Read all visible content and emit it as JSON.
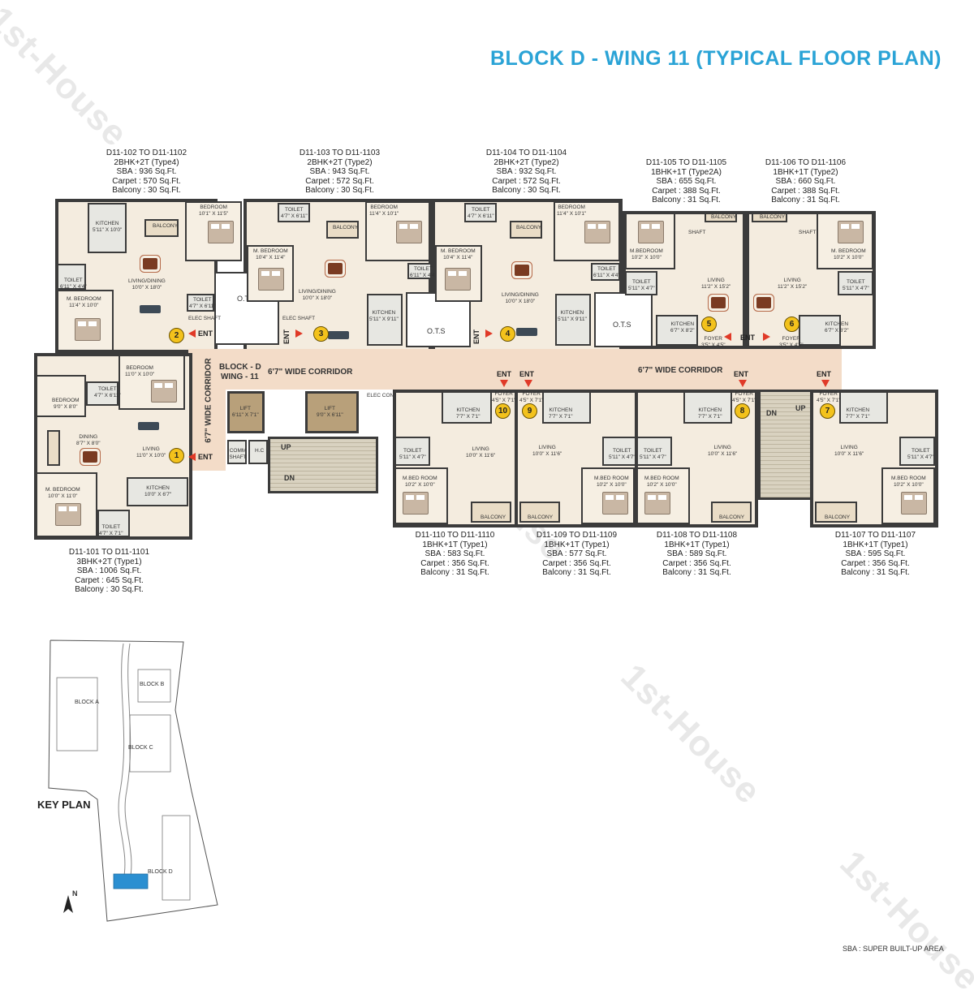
{
  "title": "BLOCK D - WING 11 (TYPICAL FLOOR PLAN)",
  "units_top": [
    {
      "range": "D11-102 TO D11-1102",
      "type": "2BHK+2T (Type4)",
      "sba": "SBA : 936 Sq.Ft.",
      "carpet": "Carpet : 570 Sq.Ft.",
      "balcony": "Balcony : 30 Sq.Ft."
    },
    {
      "range": "D11-103 TO D11-1103",
      "type": "2BHK+2T (Type2)",
      "sba": "SBA : 943 Sq.Ft.",
      "carpet": "Carpet : 572 Sq.Ft.",
      "balcony": "Balcony : 30 Sq.Ft."
    },
    {
      "range": "D11-104 TO D11-1104",
      "type": "2BHK+2T (Type2)",
      "sba": "SBA : 932 Sq.Ft.",
      "carpet": "Carpet : 572 Sq.Ft.",
      "balcony": "Balcony : 30 Sq.Ft."
    },
    {
      "range": "D11-105 TO D11-1105",
      "type": "1BHK+1T (Type2A)",
      "sba": "SBA : 655 Sq.Ft.",
      "carpet": "Carpet : 388 Sq.Ft.",
      "balcony": "Balcony : 31 Sq.Ft."
    },
    {
      "range": "D11-106 TO D11-1106",
      "type": "1BHK+1T (Type2)",
      "sba": "SBA : 660 Sq.Ft.",
      "carpet": "Carpet : 388 Sq.Ft.",
      "balcony": "Balcony : 31 Sq.Ft."
    }
  ],
  "units_bottom": [
    {
      "range": "D11-101 TO D11-1101",
      "type": "3BHK+2T (Type1)",
      "sba": "SBA : 1006 Sq.Ft.",
      "carpet": "Carpet : 645 Sq.Ft.",
      "balcony": "Balcony : 30 Sq.Ft."
    },
    {
      "range": "D11-110 TO D11-1110",
      "type": "1BHK+1T (Type1)",
      "sba": "SBA : 583 Sq.Ft.",
      "carpet": "Carpet : 356 Sq.Ft.",
      "balcony": "Balcony : 31 Sq.Ft."
    },
    {
      "range": "D11-109 TO D11-1109",
      "type": "1BHK+1T (Type1)",
      "sba": "SBA : 577 Sq.Ft.",
      "carpet": "Carpet : 356 Sq.Ft.",
      "balcony": "Balcony : 31 Sq.Ft."
    },
    {
      "range": "D11-108 TO D11-1108",
      "type": "1BHK+1T (Type1)",
      "sba": "SBA : 589 Sq.Ft.",
      "carpet": "Carpet : 356 Sq.Ft.",
      "balcony": "Balcony : 31 Sq.Ft."
    },
    {
      "range": "D11-107 TO D11-1107",
      "type": "1BHK+1T (Type1)",
      "sba": "SBA : 595 Sq.Ft.",
      "carpet": "Carpet : 356 Sq.Ft.",
      "balcony": "Balcony : 31 Sq.Ft."
    }
  ],
  "corridor": {
    "block_line1": "BLOCK - D",
    "block_line2": "WING - 11",
    "wide1": "6'7\" WIDE CORRIDOR",
    "wide2": "6'7\" WIDE CORRIDOR",
    "vertical": "6'7\" WIDE CORRIDOR"
  },
  "ent": "ENT",
  "ots": "O.T.S",
  "lifts": [
    {
      "name": "LIFT",
      "size": "6'11\" X 7'1\""
    },
    {
      "name": "LIFT",
      "size": "9'0\" X 6'11\""
    }
  ],
  "up": "UP",
  "dn": "DN",
  "comm": "COMM SHAFT",
  "hc": "H.C",
  "elec": "ELEC SHAFT",
  "elec_conn": "ELEC CONN.",
  "shaft": "SHAFT",
  "badges": [
    "1",
    "2",
    "3",
    "4",
    "5",
    "6",
    "7",
    "8",
    "9",
    "10"
  ],
  "rooms": {
    "kitchen": "KITCHEN",
    "bedroom": "BEDROOM",
    "mbedroom": "M. BEDROOM",
    "mbedroom2": "M.BEDROOM",
    "mbed": "M.BED ROOM",
    "toilet": "TOILET",
    "balcony": "BALCONY",
    "living": "LIVING",
    "living_dining": "LIVING/DINING",
    "dining": "DINING",
    "foyer": "FOYER"
  },
  "dims": {
    "u2_kitchen": "5'11\" X 10'0\"",
    "u2_bed": "10'1\" X 11'5\"",
    "u2_toilet": "6'11\" X 4'4\"",
    "u2_mbed": "11'4\" X 10'0\"",
    "u2_living": "10'0\" X 18'0\"",
    "u2_toilet2": "4'7\" X 6'11\"",
    "u3_mbed": "10'4\" X 11'4\"",
    "u3_toilet": "4'7\" X 6'11\"",
    "u3_bed": "11'4\" X 10'1\"",
    "u3_living": "10'0\" X 18'0\"",
    "u3_kitchen": "5'11\" X 9'11\"",
    "u3_toilet2": "6'11\" X 4'4\"",
    "u4_mbed": "10'4\" X 11'4\"",
    "u4_toilet": "4'7\" X 6'11\"",
    "u4_bed": "11'4\" X 10'1\"",
    "u4_living": "10'0\" X 18'0\"",
    "u4_kitchen": "5'11\" X 9'11\"",
    "u4_toilet2": "6'11\" X 4'4\"",
    "u5_mbed": "10'2\" X 10'0\"",
    "u5_toilet": "5'11\" X 4'7\"",
    "u5_living": "11'2\" X 15'2\"",
    "u5_kitchen": "6'7\" X 8'2\"",
    "u5_foyer": "3'5\" X 4'5\"",
    "u6_mbed": "10'2\" X 10'0\"",
    "u6_toilet": "5'11\" X 4'7\"",
    "u6_living": "11'2\" X 15'2\"",
    "u6_kitchen": "6'7\" X 8'2\"",
    "u6_foyer": "3'5\" X 4'5\"",
    "u1_bed": "11'0\" X 10'0\"",
    "u1_bed2": "9'0\" X 8'0\"",
    "u1_toilet": "4'7\" X 6'11\"",
    "u1_dining": "8'7\" X 8'0\"",
    "u1_living": "11'0\" X 10'0\"",
    "u1_kitchen": "10'0\" X 6'7\"",
    "u1_mbed": "10'0\" X 11'0\"",
    "u1_toilet2": "4'7\" X 7'1\"",
    "u_kitchen": "7'7\" X 7'1\"",
    "u_foyer": "4'5\" X 7'1\"",
    "u_living": "10'0\" X 11'6\"",
    "u_toilet": "5'11\" X 4'7\"",
    "u_mbed": "10'2\" X 10'0\""
  },
  "key_plan": {
    "label": "KEY PLAN",
    "blocks": [
      "BLOCK A",
      "BLOCK B",
      "BLOCK C",
      "BLOCK D"
    ],
    "north": "N"
  },
  "sba_note": "SBA : SUPER BUILT-UP AREA",
  "watermarks": [
    "1st-House",
    "1st-House",
    "1st-House",
    "1st-House"
  ],
  "colors": {
    "title": "#2aa3d6",
    "wall": "#3b3b3b",
    "corridor": "#f3dcc8",
    "floor": "#f4ecdf",
    "badge": "#f3c21c",
    "arrow": "#e03a28",
    "highlight": "#2b8fd1"
  }
}
